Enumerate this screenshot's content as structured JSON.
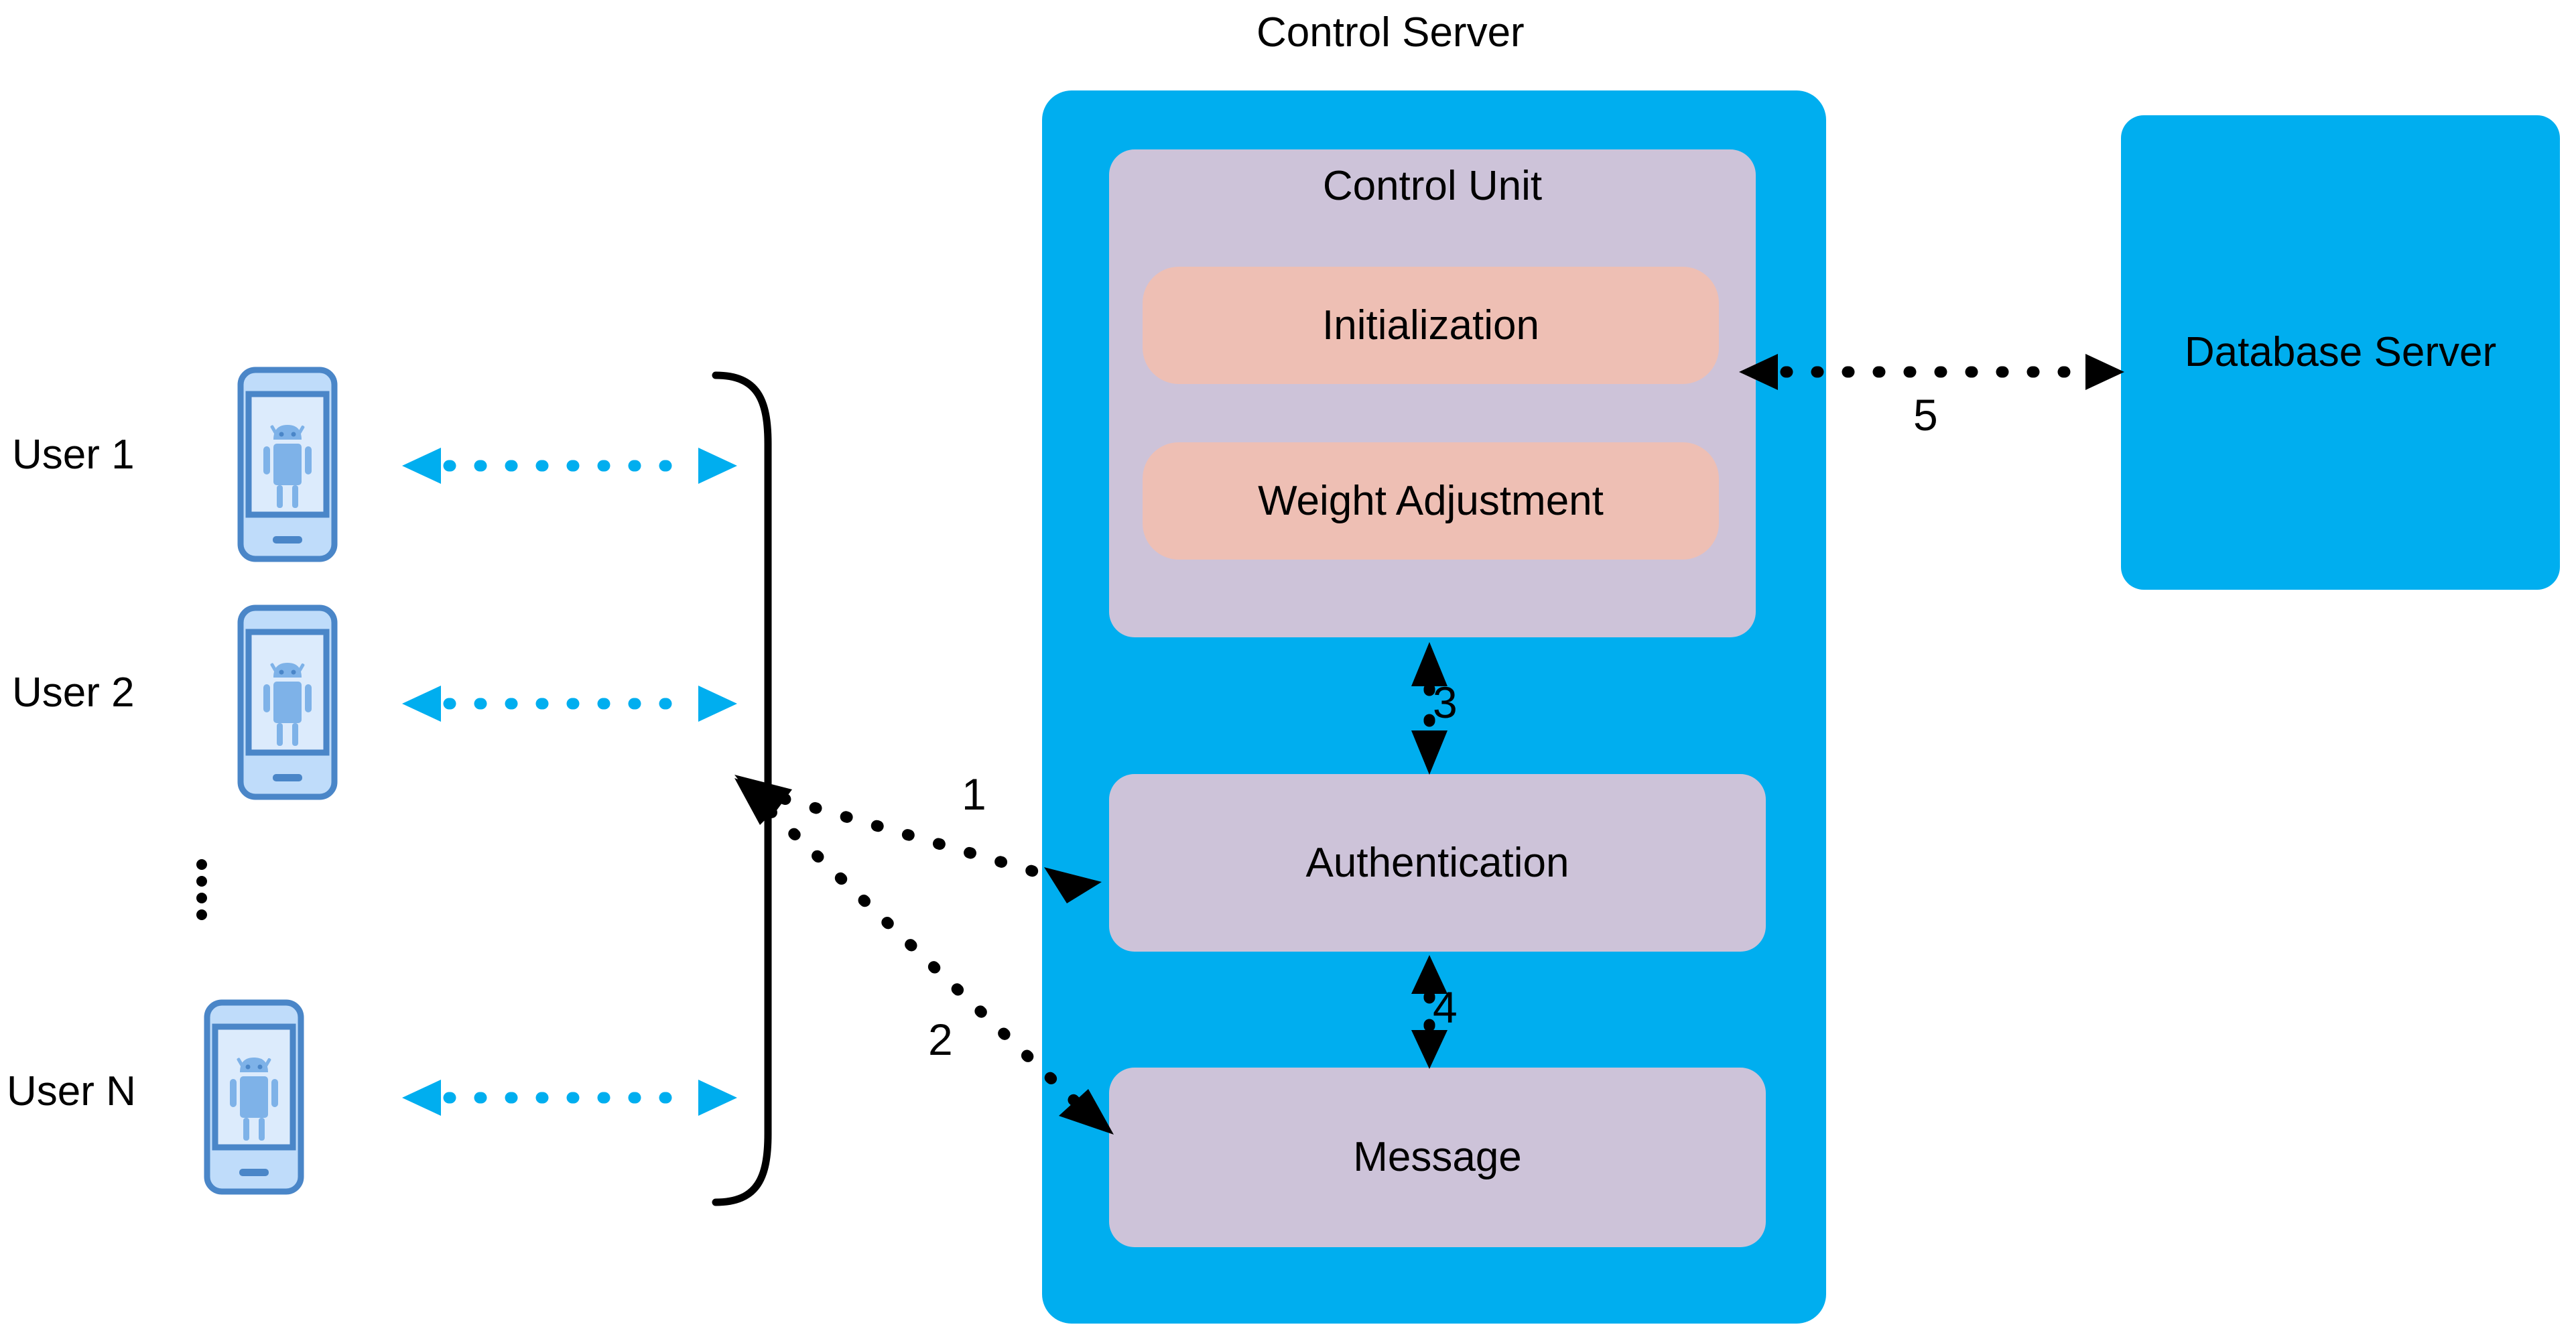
{
  "diagram": {
    "title": "Control Server",
    "background_color": "#ffffff",
    "accent_blue": "#00AEEF",
    "panel_purple": "#CDC3D9",
    "panel_peach": "#EEBFB4",
    "phone_blue": "#4A86C8"
  },
  "control_server": {
    "title": "Control Server",
    "control_unit": {
      "label": "Control Unit",
      "modules": [
        {
          "label": "Initialization",
          "icon": "initialization-module"
        },
        {
          "label": "Weight Adjustment",
          "icon": "weight-adjustment-module"
        }
      ]
    },
    "services": [
      {
        "label": "Authentication",
        "icon": "authentication-module"
      },
      {
        "label": "Message",
        "icon": "message-module"
      }
    ]
  },
  "database_server": {
    "label": "Database Server"
  },
  "users": [
    {
      "label": "User 1",
      "device_icon": "android-phone-icon",
      "link_icon": "double-arrow-dotted-icon"
    },
    {
      "label": "User 2",
      "device_icon": "android-phone-icon",
      "link_icon": "double-arrow-dotted-icon"
    },
    {
      "label": "User N",
      "device_icon": "android-phone-icon",
      "link_icon": "double-arrow-dotted-icon"
    }
  ],
  "users_ellipsis": "vertical-ellipsis",
  "grouping_brace": "curly-brace-right",
  "flows": [
    {
      "id": "1",
      "label": "1",
      "from": "Users",
      "to": "Authentication",
      "style": "dotted-double-arrow-black"
    },
    {
      "id": "2",
      "label": "2",
      "from": "Users",
      "to": "Message",
      "style": "dotted-double-arrow-black"
    },
    {
      "id": "3",
      "label": "3",
      "from": "Control Unit",
      "to": "Authentication",
      "style": "dotted-double-arrow-black-vertical"
    },
    {
      "id": "4",
      "label": "4",
      "from": "Authentication",
      "to": "Message",
      "style": "dotted-double-arrow-black-vertical"
    },
    {
      "id": "5",
      "label": "5",
      "from": "Control Unit",
      "to": "Database Server",
      "style": "dotted-double-arrow-black"
    }
  ]
}
